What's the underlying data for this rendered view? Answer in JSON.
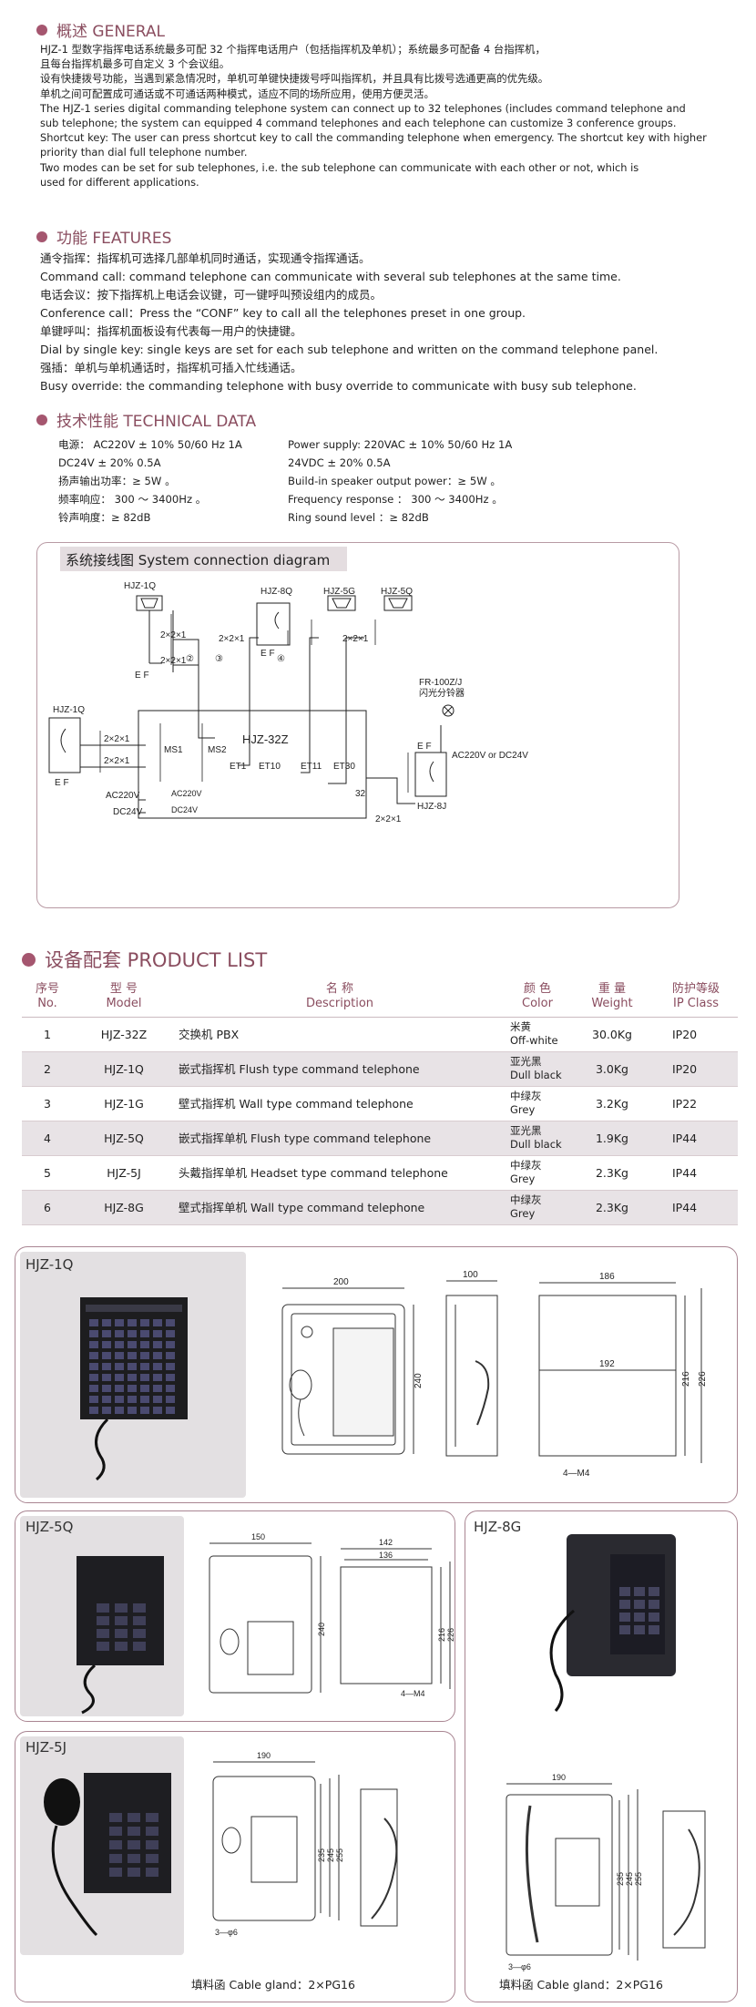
{
  "general": {
    "heading": "概述 GENERAL",
    "paragraph": "HJZ-1 型数字指挥电话系统最多可配 32 个指挥电话用户（包括指挥机及单机）；系统最多可配备 4 台指挥机，\n且每台指挥机最多可自定义 3 个会议组。\n设有快捷拨号功能，当遇到紧急情况时，单机可单键快捷拨号呼叫指挥机，并且具有比拨号选通更高的优先级。\n单机之间可配置成可通话或不可通话两种模式，适应不同的场所应用，使用方便灵活。\nThe HJZ-1 series digital commanding telephone system can connect up to 32 telephones (includes command telephone and\nsub telephone; the system can equipped 4 command telephones and each telephone can customize 3 conference groups.\nShortcut key: The user can press shortcut key to call the commanding telephone when emergency. The shortcut key with higher\npriority than dial full telephone number.\nTwo modes can be set for sub telephones, i.e. the sub telephone can communicate with each other or not, which is\nused for different applications."
  },
  "features": {
    "heading": "功能 FEATURES",
    "paragraph": "通令指挥：指挥机可选择几部单机同时通话，实现通令指挥通话。\nCommand call: command telephone can communicate with  several sub telephones at the same time.\n电话会议：按下指挥机上电话会议键，可一键呼叫预设组内的成员。\nConference  call：Press  the “CONF” key to call all the telephones preset in one group.\n单键呼叫：指挥机面板设有代表每一用户的快捷键。\nDial  by single key:  single  keys are set for each sub telephone and written on the command telephone panel.\n强插：单机与单机通话时，指挥机可插入忙线通话。\nBusy override: the commanding telephone with busy override to communicate with busy sub telephone."
  },
  "technical": {
    "heading": "技术性能 TECHNICAL  DATA",
    "left": "电源：    AC220V ± 10%  50/60  Hz 1A\n             DC24V ± 20%     0.5A\n扬声输出功率：≥ 5W 。\n频率响应：  300 ～ 3400Hz 。\n铃声响度：≥ 82dB",
    "right": "Power supply: 220VAC ± 10%  50/60  Hz 1A\n                      24VDC ± 20%     0.5A\nBuild-in speaker output power：≥ 5W 。\nFrequency response ：  300 ～ 3400Hz 。\nRing sound level ：≥ 82dB"
  },
  "diagram": {
    "title": "系统接线图 System connection diagram",
    "labels": {
      "hjz1q_top": "HJZ-1Q",
      "hjz8q": "HJZ-8Q",
      "hjz5g": "HJZ-5G",
      "hjz5q": "HJZ-5Q",
      "hjz1q_left": "HJZ-1Q",
      "hjz32z": "HJZ-32Z",
      "hjz8j": "HJZ-8J",
      "fr": "FR-100Z/J",
      "fr_cn": "闪光分铃器",
      "ac_dc": "AC220V\nor DC24V",
      "ac220": "AC220V",
      "dc24": "DC24V",
      "ac220_in": "AC220V",
      "dc24_in": "DC24V",
      "pair": "2×2×1",
      "ms1": "MS1",
      "ms2": "MS2",
      "et1": "ET1",
      "et10": "ET10",
      "et11": "ET11",
      "et30": "ET30",
      "c2": "②",
      "c3": "③",
      "c4": "④",
      "c32": "32",
      "ef": "E F"
    }
  },
  "product_list": {
    "heading": "设备配套 PRODUCT LIST",
    "columns": [
      {
        "cn": "序号",
        "en": "No."
      },
      {
        "cn": "型    号",
        "en": "Model"
      },
      {
        "cn": "名    称",
        "en": "Description"
      },
      {
        "cn": "颜    色",
        "en": "Color"
      },
      {
        "cn": "重    量",
        "en": "Weight"
      },
      {
        "cn": "防护等级",
        "en": "IP Class"
      }
    ],
    "rows": [
      {
        "no": "1",
        "model": "HJZ-32Z",
        "desc": "交换机  PBX",
        "color": "米黄\nOff-white",
        "weight": "30.0Kg",
        "ip": "IP20"
      },
      {
        "no": "2",
        "model": "HJZ-1Q",
        "desc": "嵌式指挥机  Flush type command telephone",
        "color": "亚光黑\nDull black",
        "weight": "3.0Kg",
        "ip": "IP20"
      },
      {
        "no": "3",
        "model": "HJZ-1G",
        "desc": "壁式指挥机  Wall type command telephone",
        "color": "中绿灰\nGrey",
        "weight": "3.2Kg",
        "ip": "IP22"
      },
      {
        "no": "4",
        "model": "HJZ-5Q",
        "desc": "嵌式指挥单机  Flush type command telephone",
        "color": "亚光黑\nDull black",
        "weight": "1.9Kg",
        "ip": "IP44"
      },
      {
        "no": "5",
        "model": "HJZ-5J",
        "desc": "头戴指挥单机  Headset type command telephone",
        "color": "中绿灰\nGrey",
        "weight": "2.3Kg",
        "ip": "IP44"
      },
      {
        "no": "6",
        "model": "HJZ-8G",
        "desc": "壁式指挥单机  Wall type command telephone",
        "color": "中绿灰\nGrey",
        "weight": "2.3Kg",
        "ip": "IP44"
      }
    ]
  },
  "panels": {
    "hjz1q": {
      "label": "HJZ-1Q",
      "dims": {
        "w": "200",
        "h": "240",
        "d": "100",
        "bw": "186",
        "iw": "192",
        "h1": "216",
        "h2": "226",
        "holes": "4—M4"
      }
    },
    "hjz5q": {
      "label": "HJZ-5Q",
      "dims": {
        "w": "150",
        "d1": "142",
        "d2": "136",
        "h": "240",
        "h1": "216",
        "h2": "226",
        "holes": "4—M4"
      }
    },
    "hjz8g": {
      "label": "HJZ-8G",
      "dims": {
        "w": "190",
        "h1": "235",
        "h2": "245",
        "h3": "255",
        "holes": "3—φ6"
      },
      "gland": "填料函  Cable gland：2×PG16"
    },
    "hjz5j": {
      "label": "HJZ-5J",
      "dims": {
        "w": "190",
        "h1": "235",
        "h2": "245",
        "h3": "255",
        "holes": "3—φ6"
      },
      "gland": "填料函  Cable gland：2×PG16"
    }
  },
  "colors": {
    "accent": "#8a4d5f",
    "dot": "#a5566f",
    "frame": "#a98592",
    "row_alt": "#e8e3e6"
  }
}
